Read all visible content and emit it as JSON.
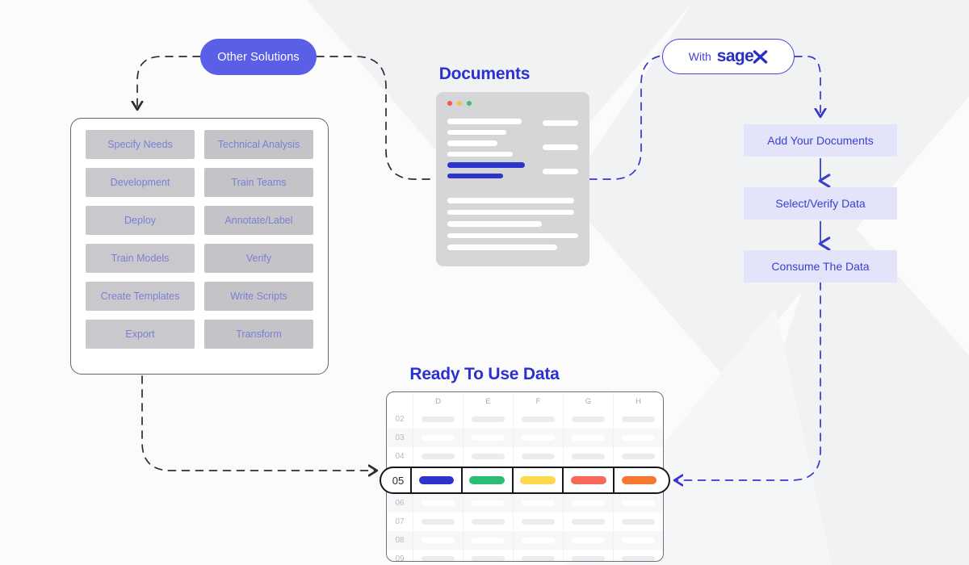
{
  "theme": {
    "background": "#fbfbfc",
    "accent_blue": "#2b2fd4",
    "pill_purple": "#5b5fe8",
    "flow_box_bg": "#e3e4fa",
    "flow_text": "#3a3fd0",
    "tile_bg": "#c9c9cd",
    "tile_text": "#7b7fd4",
    "doc_card_bg": "#d6d6d8",
    "dark_line": "#2b2d31",
    "blue_line": "#3a34cf"
  },
  "badges": {
    "other_solutions": "Other Solutions",
    "with_label": "With",
    "brand_name": "sage",
    "brand_x": "X"
  },
  "left_panel": {
    "tiles": [
      {
        "label": "Specify Needs"
      },
      {
        "label": "Technical Analysis"
      },
      {
        "label": "Development"
      },
      {
        "label": "Train Teams"
      },
      {
        "label": "Deploy"
      },
      {
        "label": "Annotate/Label"
      },
      {
        "label": "Train Models"
      },
      {
        "label": "Verify"
      },
      {
        "label": "Create Templates"
      },
      {
        "label": "Write Scripts"
      },
      {
        "label": "Export"
      },
      {
        "label": "Transform"
      }
    ]
  },
  "documents": {
    "title": "Documents",
    "window_dots": [
      "#f2584f",
      "#f5c040",
      "#3cc16a"
    ],
    "left_lines": [
      {
        "width": "88%",
        "highlight": false
      },
      {
        "width": "70%",
        "highlight": false
      },
      {
        "width": "60%",
        "highlight": false
      },
      {
        "width": "78%",
        "highlight": false
      },
      {
        "width": "92%",
        "highlight": true
      },
      {
        "width": "66%",
        "highlight": true
      }
    ],
    "right_lines": [
      {
        "width": "100%"
      },
      {
        "width": "100%"
      },
      {
        "width": "100%"
      }
    ],
    "wide_lines": [
      {
        "width": "97%"
      },
      {
        "width": "97%"
      },
      {
        "width": "72%"
      },
      {
        "width": "100%"
      },
      {
        "width": "84%"
      }
    ]
  },
  "flow": {
    "steps": [
      {
        "label": "Add Your Documents"
      },
      {
        "label": "Select/Verify Data"
      },
      {
        "label": "Consume The Data"
      }
    ]
  },
  "spreadsheet": {
    "title": "Ready To Use Data",
    "columns": [
      "D",
      "E",
      "F",
      "G",
      "H"
    ],
    "rows": [
      {
        "label": "02",
        "alt": false
      },
      {
        "label": "03",
        "alt": true
      },
      {
        "label": "04",
        "alt": false
      },
      {
        "label": "06",
        "alt": true
      },
      {
        "label": "07",
        "alt": false
      },
      {
        "label": "08",
        "alt": true
      },
      {
        "label": "09",
        "alt": false
      }
    ],
    "highlight_row": {
      "label": "05",
      "cells": [
        {
          "color": "#2b35cc"
        },
        {
          "color": "#2bbd74"
        },
        {
          "color": "#ffd94d"
        },
        {
          "color": "#f8675a"
        },
        {
          "color": "#f7772e"
        }
      ]
    }
  }
}
